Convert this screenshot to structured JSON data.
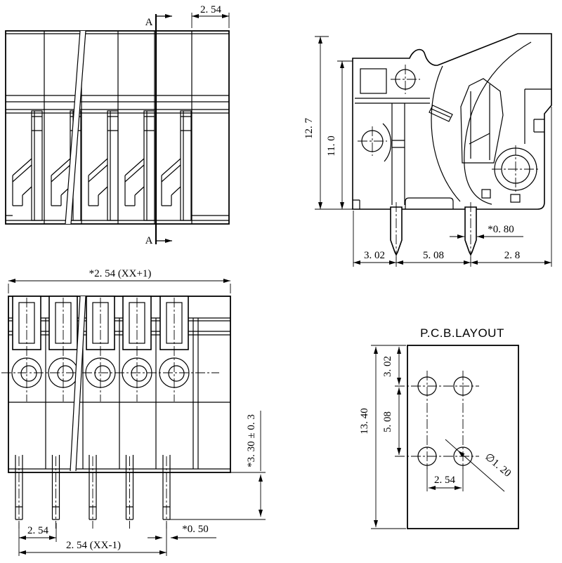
{
  "drawing": {
    "front_view": {
      "section_label_top": "A",
      "section_label_bottom": "A",
      "dim_pitch": "2. 54"
    },
    "side_view": {
      "dim_total_height": "12. 7",
      "dim_body_height": "11. 0",
      "dim_front_to_pin": "3. 02",
      "dim_pin_spacing": "5. 08",
      "dim_pin_to_back": "2. 8",
      "dim_pin_width": "*0. 80"
    },
    "top_view": {
      "dim_total_width": "*2. 54 (XX+1)",
      "dim_pin_length": "*3. 30 ± 0. 3",
      "dim_pin_pitch": "2. 54",
      "dim_pin_span": "2. 54 (XX-1)",
      "dim_pin_width": "*0. 50"
    },
    "pcb_layout": {
      "title": "P.C.B.LAYOUT",
      "dim_board_height": "13. 40",
      "dim_row_offset": "3. 02",
      "dim_row_spacing": "5. 08",
      "dim_col_spacing": "2. 54",
      "dim_hole_diameter": "∅1. 20"
    }
  }
}
